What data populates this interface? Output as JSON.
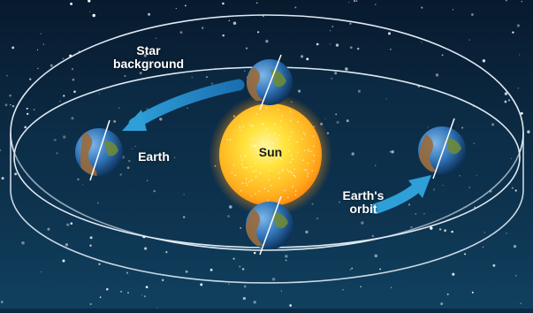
{
  "labels": {
    "star_background": [
      "Star",
      "background"
    ],
    "earth": "Earth",
    "sun": "Sun",
    "earths_orbit": [
      "Earth's",
      "orbit"
    ]
  },
  "colors": {
    "sky_top": "#081a2e",
    "sky_bottom": "#0f3a5c",
    "band_inner": "#0f3350",
    "ring_line": "#dfe9f2",
    "arrow": "#2f9fd8",
    "sun_core": "#ffe84a",
    "sun_edge": "#ff9a10",
    "ocean": "#2f73b8",
    "land": "#9b6b3a"
  },
  "icons": {
    "earth": "earth-globe-icon",
    "sun": "sun-icon",
    "arrow": "curved-arrow-icon"
  }
}
